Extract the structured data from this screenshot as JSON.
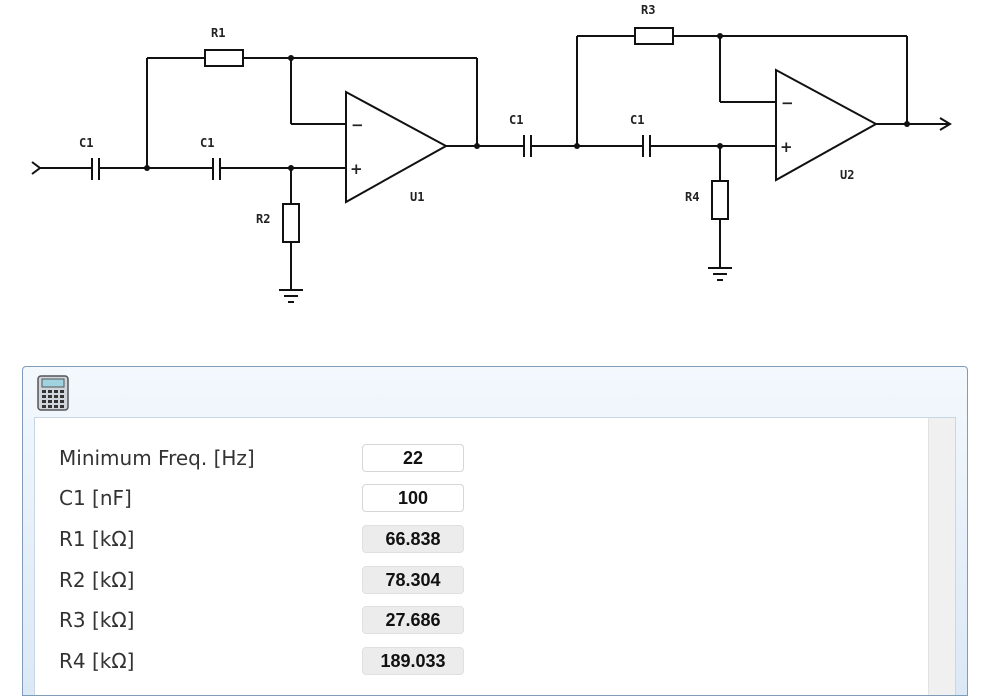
{
  "schematic": {
    "labels": {
      "r1": "R1",
      "r2": "R2",
      "r3": "R3",
      "r4": "R4",
      "c1_in": "C1",
      "c1_mid": "C1",
      "c1_couple": "C1",
      "c1_stage2": "C1",
      "u1": "U1",
      "u2": "U2"
    },
    "opamp_u1": {
      "minus": "−",
      "plus": "+"
    },
    "opamp_u2": {
      "minus": "−",
      "plus": "+"
    }
  },
  "panel": {
    "icon": "calculator-icon",
    "rows": [
      {
        "label": "Minimum Freq. [Hz]",
        "value": "22",
        "editable": true
      },
      {
        "label": "C1 [nF]",
        "value": "100",
        "editable": true
      },
      {
        "label": "R1 [kΩ]",
        "value": "66.838",
        "editable": false
      },
      {
        "label": "R2 [kΩ]",
        "value": "78.304",
        "editable": false
      },
      {
        "label": "R3 [kΩ]",
        "value": "27.686",
        "editable": false
      },
      {
        "label": "R4 [kΩ]",
        "value": "189.033",
        "editable": false
      }
    ]
  }
}
